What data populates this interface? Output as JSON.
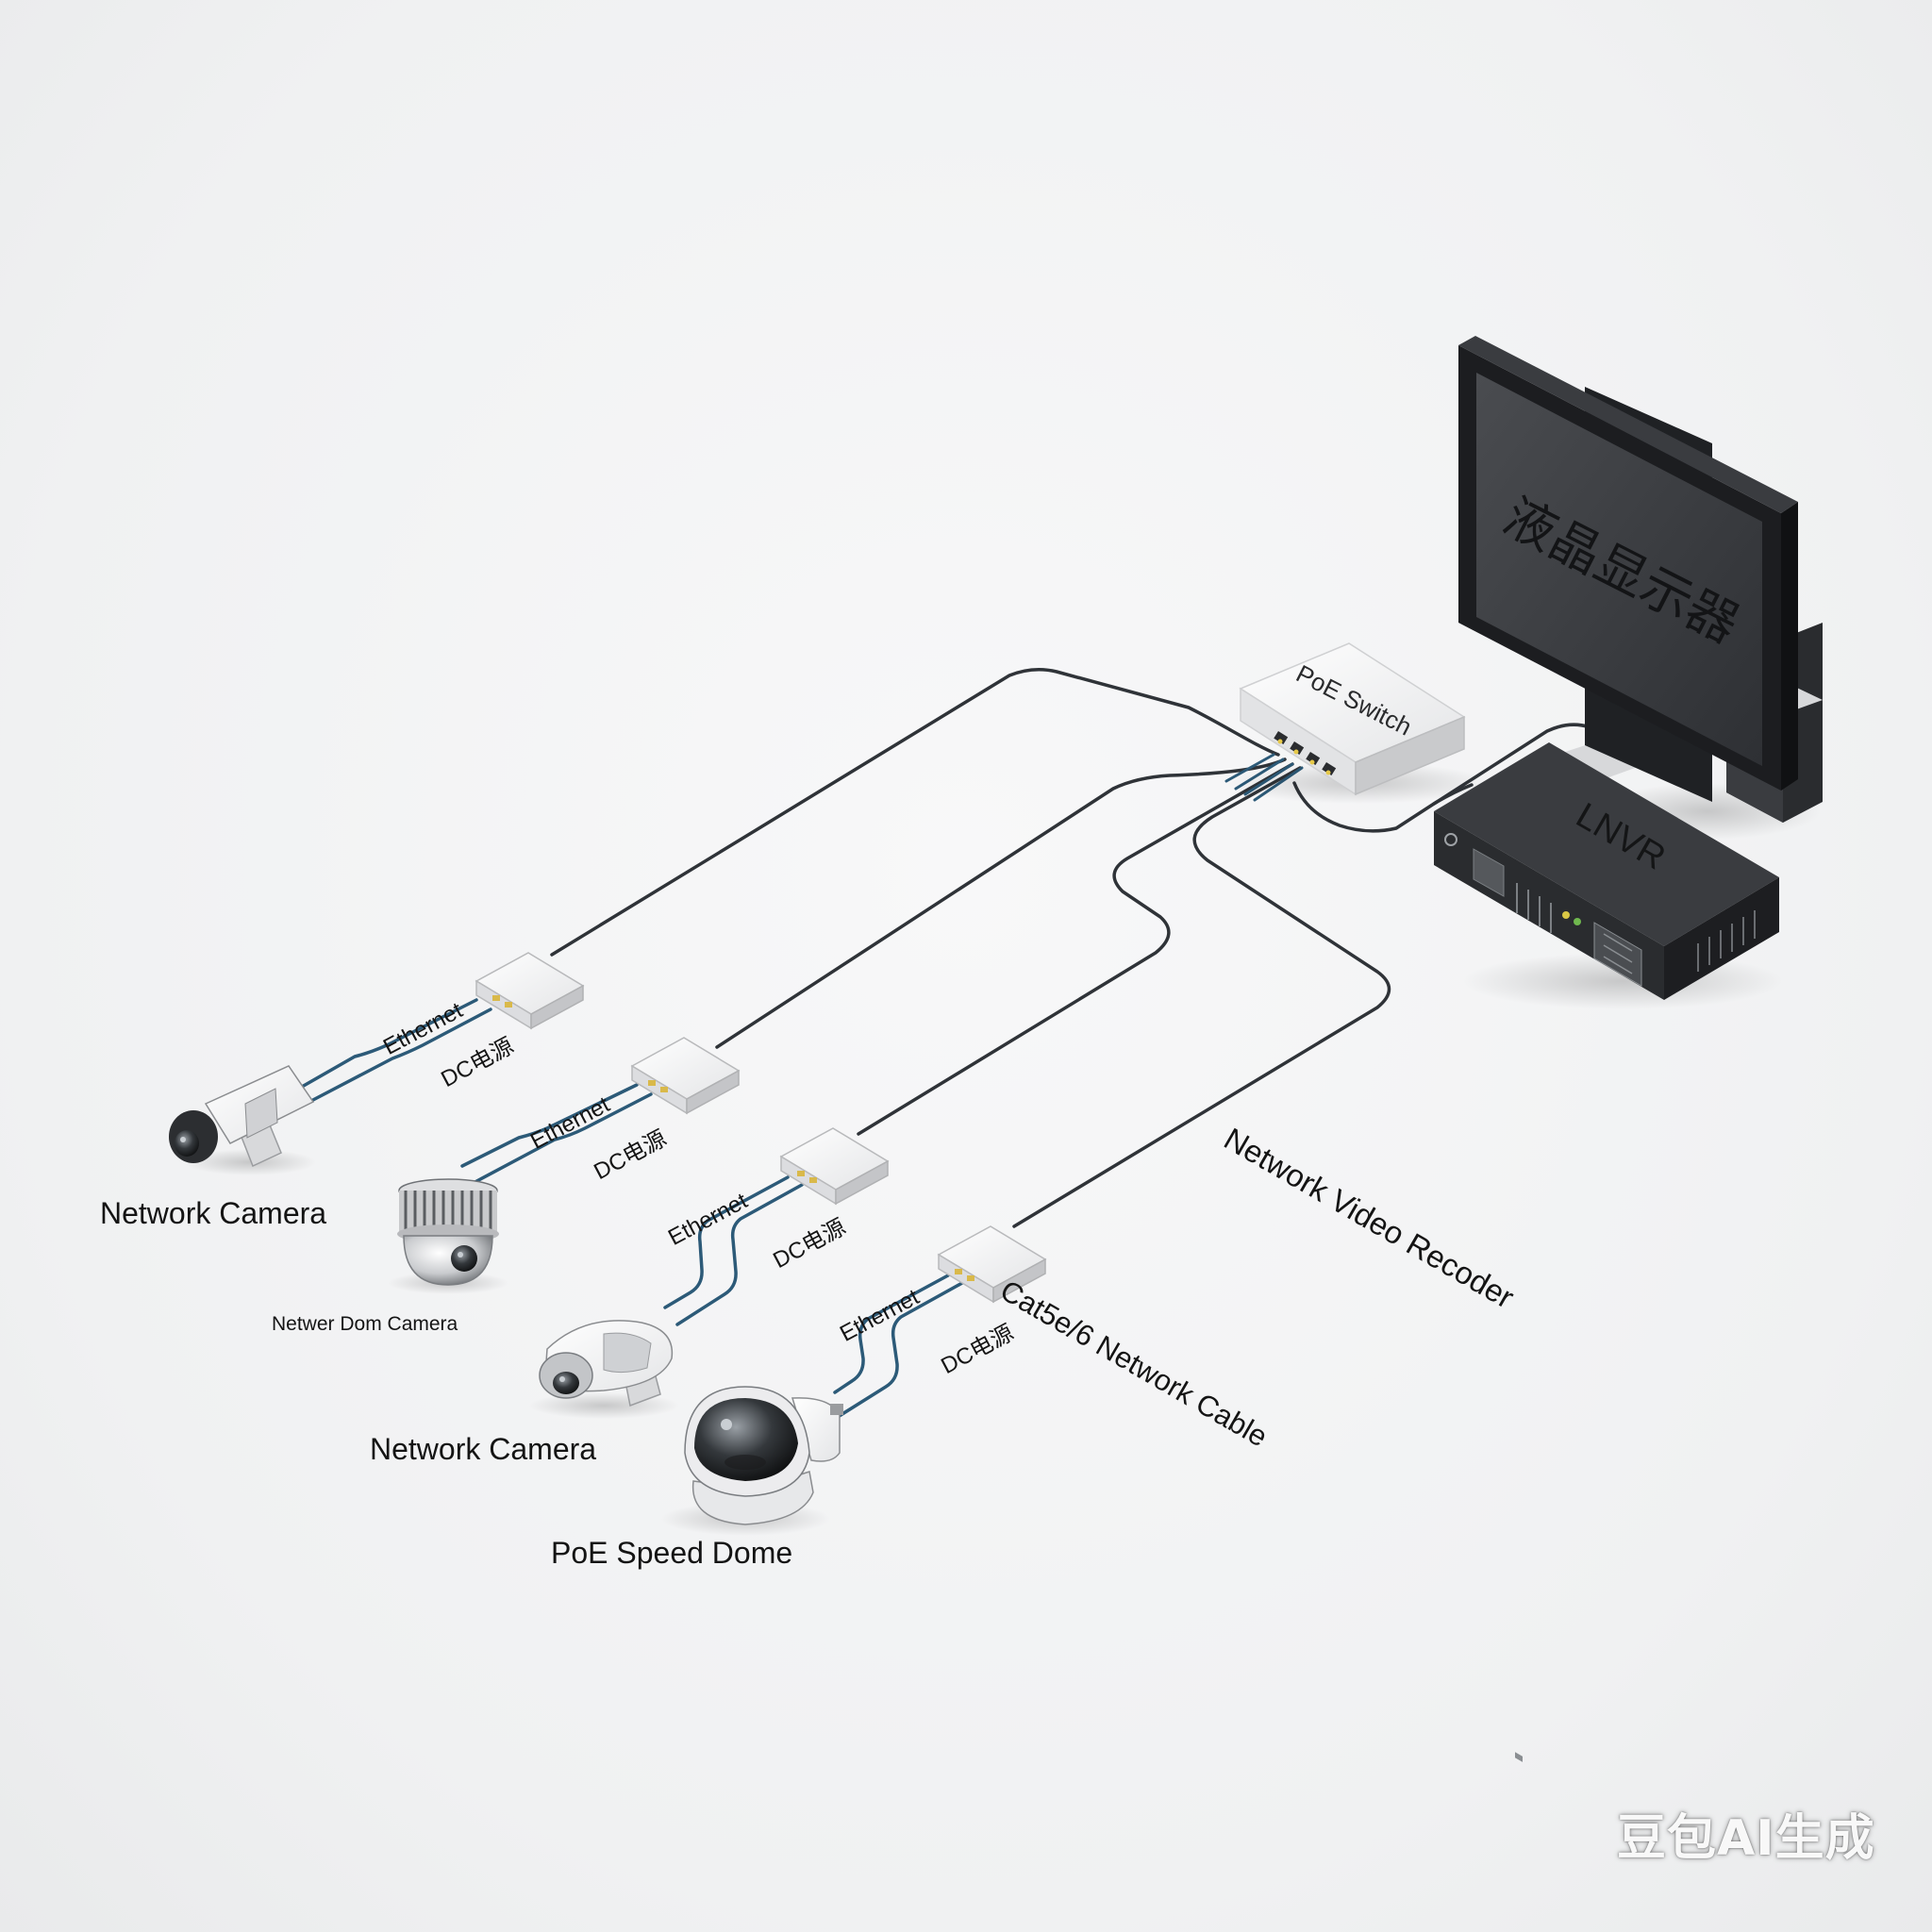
{
  "labels": {
    "monitor_text": "液晶显示器",
    "poe_switch": "PoE Switch",
    "nvr": "LNVR",
    "nvr_callout": "Network Video Recoder",
    "cable_callout": "Cat5e/6 Network Cable",
    "splitter_ethernet": "Ethernet",
    "splitter_dc": "DC电源",
    "camera_1": "Network Camera",
    "camera_2": "Netwer Dom Camera",
    "camera_3": "Network Camera",
    "camera_4": "PoE Speed Dome"
  },
  "watermark": "豆包AI生成",
  "colors": {
    "cable": "#2f3338",
    "cable_blue": "#2c5a78",
    "device_dark": "#2c2e31",
    "device_light": "#f4f4f4"
  }
}
